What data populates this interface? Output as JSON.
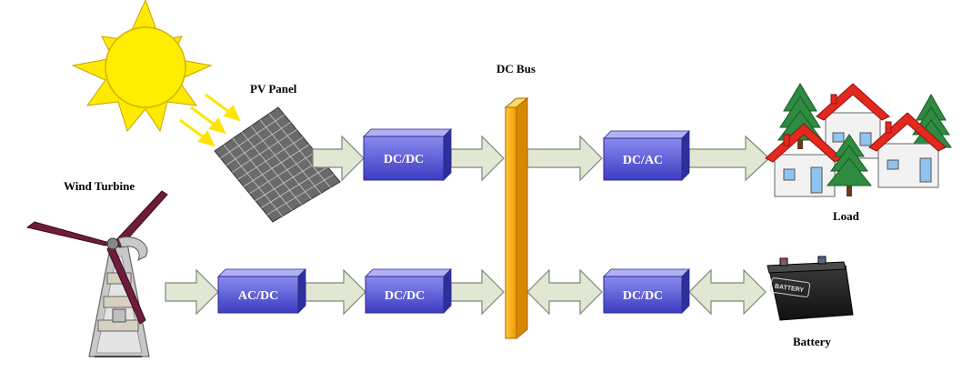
{
  "labels": {
    "pv_panel": "PV Panel",
    "dc_bus": "DC Bus",
    "wind_turbine": "Wind Turbine",
    "load": "Load",
    "battery": "Battery",
    "battery_case": "BATTERY"
  },
  "converters": {
    "pv_dcdc": "DC/DC",
    "load_dcac": "DC/AC",
    "wind_acdc": "AC/DC",
    "wind_dcdc": "DC/DC",
    "battery_dcdc": "DC/DC"
  },
  "colors": {
    "converter": "#5a5ad8",
    "bus": "#f5a800",
    "arrow": "#e2e7d3",
    "sun": "#ffea00",
    "roof": "#e5281e",
    "tree": "#2e8b40",
    "blade": "#6e1c3c"
  }
}
